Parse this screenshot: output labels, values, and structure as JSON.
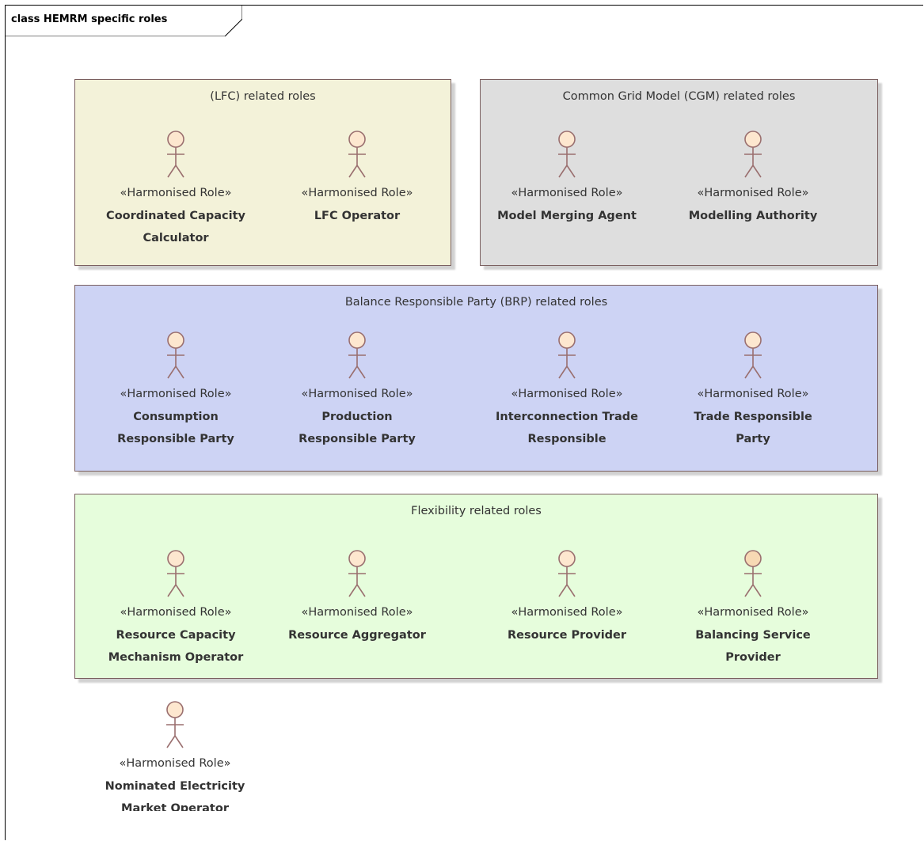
{
  "frame": {
    "title": "class HEMRM specific roles"
  },
  "colors": {
    "lfc_fill": "#f3f2d9",
    "cgm_fill": "#dedede",
    "brp_fill": "#cdd3f4",
    "flex_fill": "#e6fddc",
    "actor_fill": "#fde7cf",
    "actor_fill_dark": "#f7d9b4",
    "actor_stroke": "#9a6f6f"
  },
  "packages": [
    {
      "title": "(LFC) related roles",
      "actors": [
        {
          "stereotype": "«Harmonised Role»",
          "name": "Coordinated Capacity Calculator"
        },
        {
          "stereotype": "«Harmonised Role»",
          "name": "LFC Operator"
        }
      ]
    },
    {
      "title": "Common Grid Model (CGM) related roles",
      "actors": [
        {
          "stereotype": "«Harmonised Role»",
          "name": "Model Merging Agent"
        },
        {
          "stereotype": "«Harmonised Role»",
          "name": "Modelling Authority"
        }
      ]
    },
    {
      "title": "Balance Responsible Party (BRP) related roles",
      "actors": [
        {
          "stereotype": "«Harmonised Role»",
          "name": "Consumption Responsible Party"
        },
        {
          "stereotype": "«Harmonised Role»",
          "name": "Production Responsible Party"
        },
        {
          "stereotype": "«Harmonised Role»",
          "name": "Interconnection Trade Responsible"
        },
        {
          "stereotype": "«Harmonised Role»",
          "name": "Trade Responsible Party"
        }
      ]
    },
    {
      "title": "Flexibility related roles",
      "actors": [
        {
          "stereotype": "«Harmonised Role»",
          "name": "Resource Capacity Mechanism Operator"
        },
        {
          "stereotype": "«Harmonised Role»",
          "name": "Resource Aggregator"
        },
        {
          "stereotype": "«Harmonised Role»",
          "name": "Resource Provider"
        },
        {
          "stereotype": "«Harmonised Role»",
          "name": "Balancing Service Provider"
        }
      ]
    }
  ],
  "standalone_actors": [
    {
      "stereotype": "«Harmonised Role»",
      "name": "Nominated Electricity Market Operator"
    }
  ]
}
